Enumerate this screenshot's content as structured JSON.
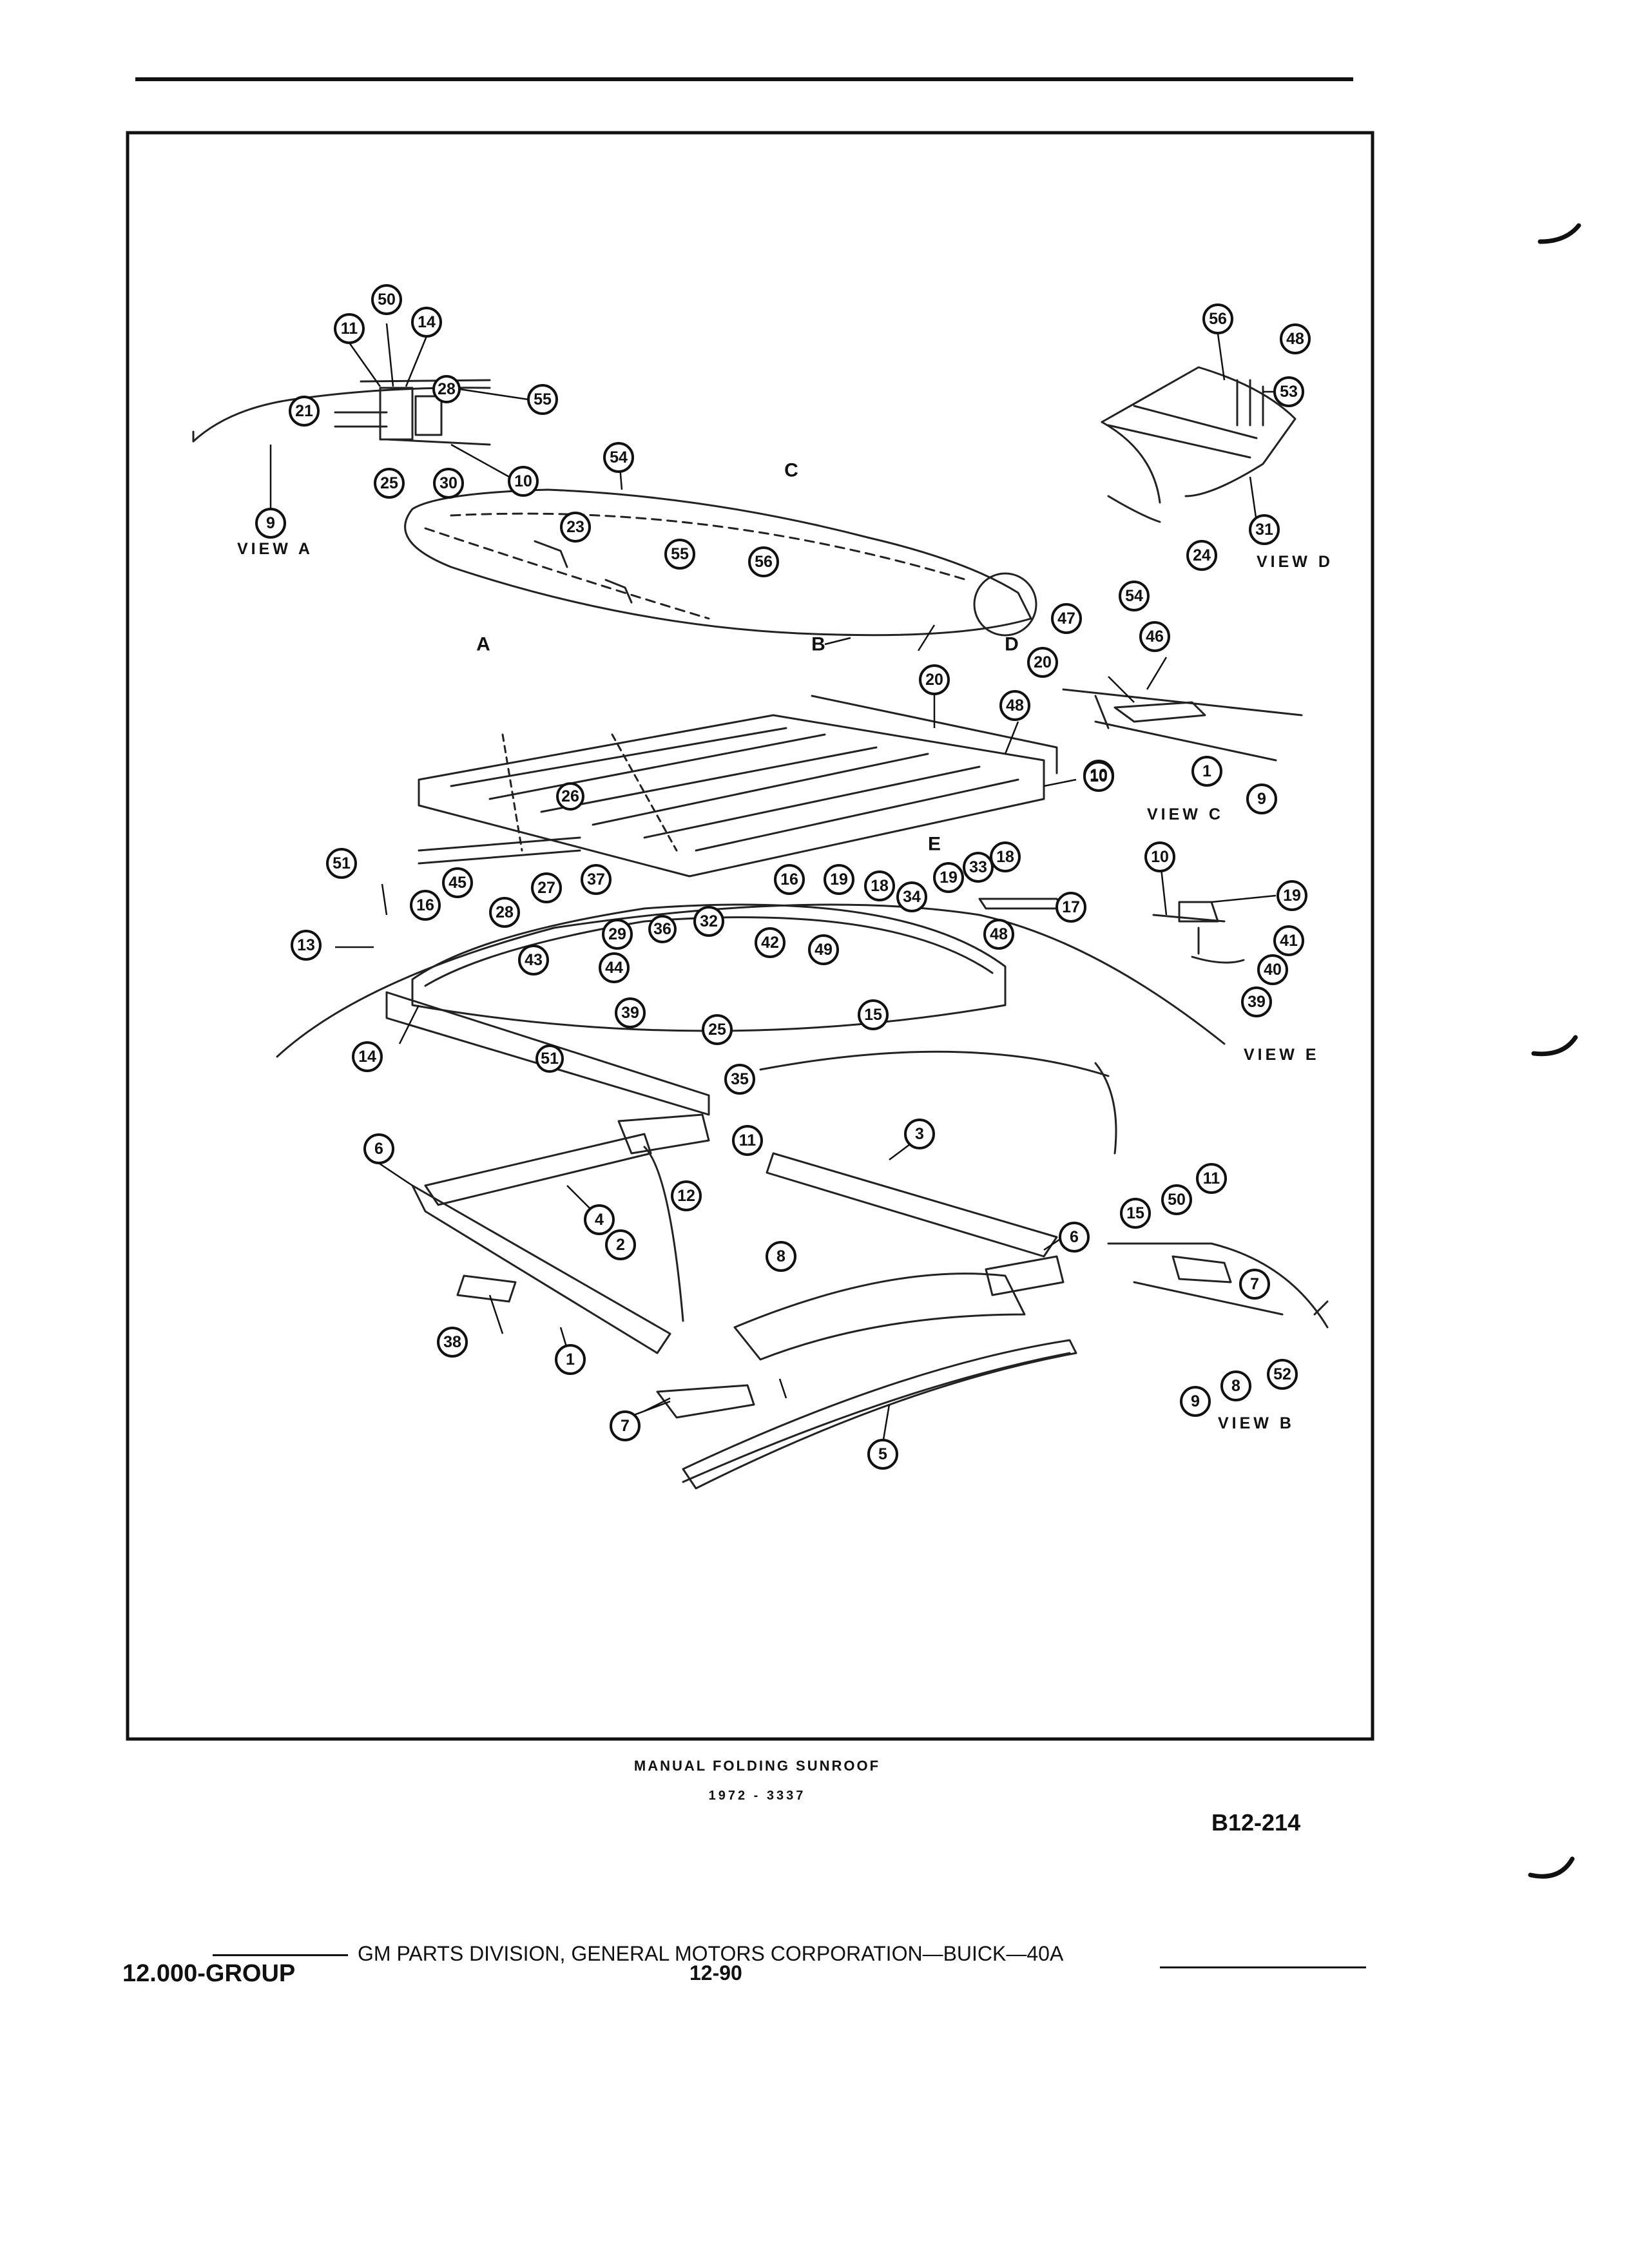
{
  "figure": {
    "title": "MANUAL FOLDING SUNROOF",
    "subtitle": "1972 - 3337",
    "ref_code": "B12-214"
  },
  "footer": {
    "publisher_line": "GM PARTS DIVISION, GENERAL MOTORS CORPORATION—BUICK—40A",
    "group": "12.000-GROUP",
    "page": "12-90"
  },
  "views": {
    "a": "VIEW A",
    "b": "VIEW B",
    "c": "VIEW C",
    "d": "VIEW D",
    "e": "VIEW E"
  },
  "view_letters": {
    "a": "A",
    "b": "B",
    "c": "C",
    "d": "D",
    "e": "E"
  },
  "callouts": {
    "va_50": "50",
    "va_11": "11",
    "va_14": "14",
    "va_28": "28",
    "va_55": "55",
    "va_21": "21",
    "va_25": "25",
    "va_30": "30",
    "va_10": "10",
    "va_9": "9",
    "vd_56": "56",
    "vd_48": "48",
    "vd_53": "53",
    "vd_31": "31",
    "vd_24": "24",
    "m_54": "54",
    "m_23": "23",
    "m_55": "55",
    "m_56": "56",
    "vc_54": "54",
    "vc_47": "47",
    "vc_46": "46",
    "vc_20": "20",
    "vc_10": "10",
    "vc_1": "1",
    "vc_9": "9",
    "m_20": "20",
    "m_48a": "48",
    "m_10": "10",
    "m_26": "26",
    "m_37": "37",
    "m_27": "27",
    "m_45": "45",
    "m_16a": "16",
    "m_16b": "16",
    "m_19a": "19",
    "m_18a": "18",
    "m_34": "34",
    "m_19b": "19",
    "m_33": "33",
    "m_18b": "18",
    "m_48b": "48",
    "m_17": "17",
    "ve_10": "10",
    "ve_19": "19",
    "ve_41": "41",
    "ve_40": "40",
    "ve_39": "39",
    "m_51a": "51",
    "m_13": "13",
    "m_28": "28",
    "m_29": "29",
    "m_43": "43",
    "m_44": "44",
    "m_36": "36",
    "m_32": "32",
    "m_42": "42",
    "m_49": "49",
    "m_39": "39",
    "m_15": "15",
    "m_25": "25",
    "m_14": "14",
    "m_51b": "51",
    "m_35": "35",
    "m_11": "11",
    "m_12": "12",
    "m_6a": "6",
    "m_4": "4",
    "m_3": "3",
    "m_2": "2",
    "m_8": "8",
    "m_6b": "6",
    "m_38": "38",
    "m_1": "1",
    "m_7": "7",
    "m_5": "5",
    "vb_15": "15",
    "vb_50": "50",
    "vb_11": "11",
    "vb_7": "7",
    "vb_9": "9",
    "vb_8": "8",
    "vb_52": "52"
  }
}
